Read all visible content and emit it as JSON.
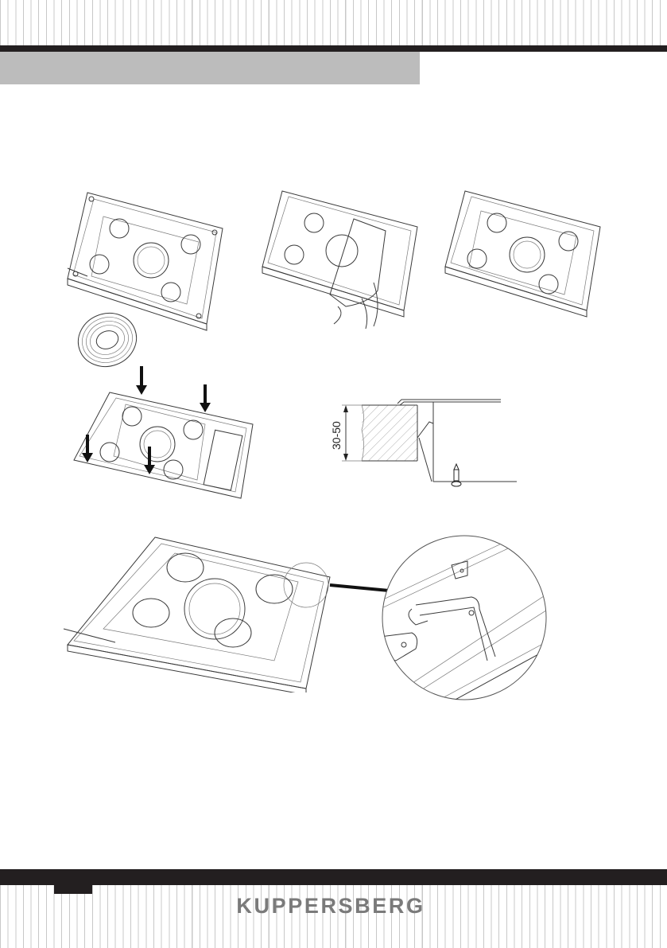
{
  "header": {
    "section_title": "",
    "bar_color": "#231f20",
    "block_color": "#bcbcbc"
  },
  "figures": {
    "step1": {
      "name": "hob-underside-with-seal-tape",
      "label": ""
    },
    "step2": {
      "name": "hob-with-cable-installation",
      "label": ""
    },
    "step3": {
      "name": "hob-underside-assembled",
      "label": ""
    },
    "step4": {
      "name": "hob-with-seal-positions",
      "arrows": 4
    },
    "cross_section": {
      "name": "countertop-cross-section",
      "dimension_label": "30-50"
    },
    "detail": {
      "name": "mounting-clip-detail"
    }
  },
  "footer": {
    "brand": "KUPPERSBERG",
    "brand_color": "#7a7a7a",
    "page_number": ""
  }
}
